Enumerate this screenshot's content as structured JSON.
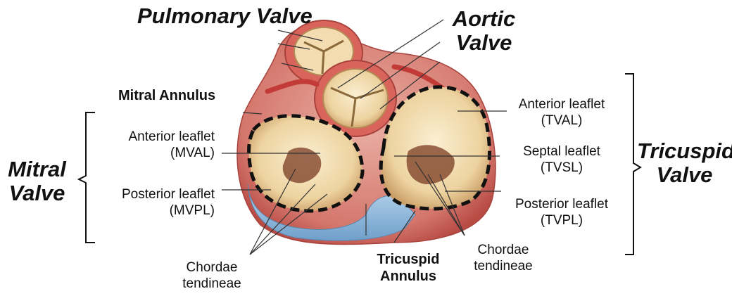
{
  "labels": {
    "pulmonary_valve": "Pulmonary Valve",
    "aortic_valve": "Aortic Valve",
    "mitral_annulus": "Mitral Annulus",
    "mitral_valve": "Mitral Valve",
    "tricuspid_valve": "Tricuspid Valve",
    "tricuspid_annulus": "Tricuspid Annulus",
    "mval": "Anterior leaflet (MVAL)",
    "mvpl": "Posterior leaflet (MVPL)",
    "tval": "Anterior leaflet (TVAL)",
    "tvsl": "Septal leaflet (TVSL)",
    "tvpl": "Posterior leaflet (TVPL)",
    "chordae_left": "Chordae tendineae",
    "chordae_right": "Chordae tendineae"
  },
  "colors": {
    "muscle": "#c9534f",
    "muscle_light": "#e8a39a",
    "leaflet": "#f2dcb0",
    "leaflet_dark": "#7a3b22",
    "annulus_outline": "#111111",
    "blue_wall": "#8fb8dc"
  }
}
